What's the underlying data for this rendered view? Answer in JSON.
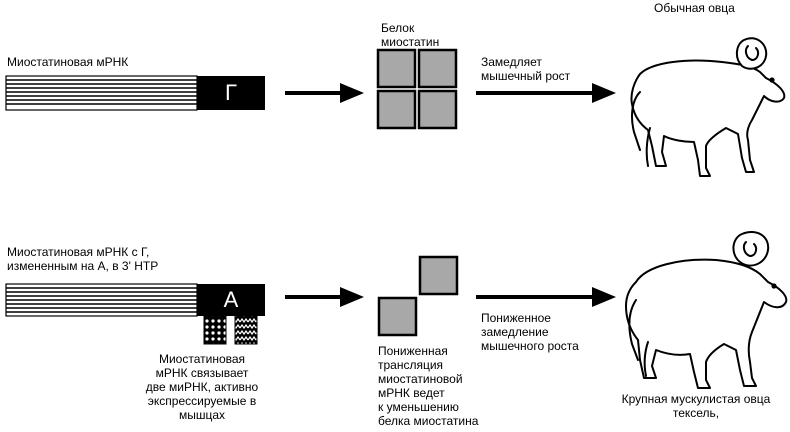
{
  "top": {
    "mrna_label": "Миостатиновая мРНК",
    "mrna_letter": "Г",
    "protein_label_line1": "Белок",
    "protein_label_line2": "миостатин",
    "effect_line1": "Замедляет",
    "effect_line2": "мышечный рост",
    "sheep_label": "Обычная овца"
  },
  "bottom": {
    "mrna_label_line1": "Миостатиновая мРНК с Г,",
    "mrna_label_line2": "измененным на А, в 3' НТР",
    "mrna_letter": "А",
    "mirna_lines": [
      "Миостатиновая",
      "мРНК связывает",
      "две миРНК, активно",
      "экспрессируемые в",
      "мышцах"
    ],
    "translation_lines": [
      "Пониженная",
      "трансляция",
      "миостатиновой",
      "мРНК ведет",
      "к уменьшению",
      "белка миостатина"
    ],
    "effect_lines": [
      "Пониженное",
      "замедление",
      "мышечного роста"
    ],
    "sheep_lines": [
      "Крупная мускулистая овца",
      "тексель,"
    ]
  },
  "colors": {
    "square_fill": "#a8a8a8",
    "ink": "#000000"
  }
}
